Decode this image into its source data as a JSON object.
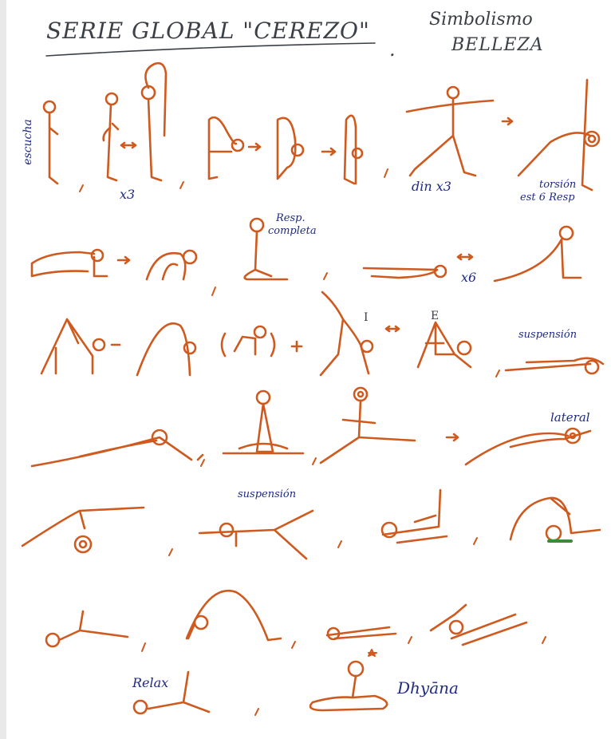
{
  "title": "SERIE GLOBAL \"CEREZO\"",
  "title_dot": ".",
  "symbolism": {
    "line1": "Simbolismo",
    "line2": "BELLEZA"
  },
  "annotations": {
    "escucha": "escucha",
    "x3_first": "x3",
    "din_x3": "din x3",
    "torsion_line1": "torsión",
    "torsion_line2": "est 6 Resp",
    "resp_line1": "Resp.",
    "resp_line2": "completa",
    "x6": "x6",
    "suspension_right": "suspensión",
    "lateral": "lateral",
    "suspension_mid": "suspensión",
    "relax": "Relax",
    "dhyana": "Dhyāna",
    "mark_I": "I",
    "mark_E": "E"
  },
  "colors": {
    "ink_dark": "#3b3f46",
    "ink_orange": "#cf5a1f",
    "ink_blue": "#1f2a83",
    "ink_green": "#3c8a3a"
  }
}
